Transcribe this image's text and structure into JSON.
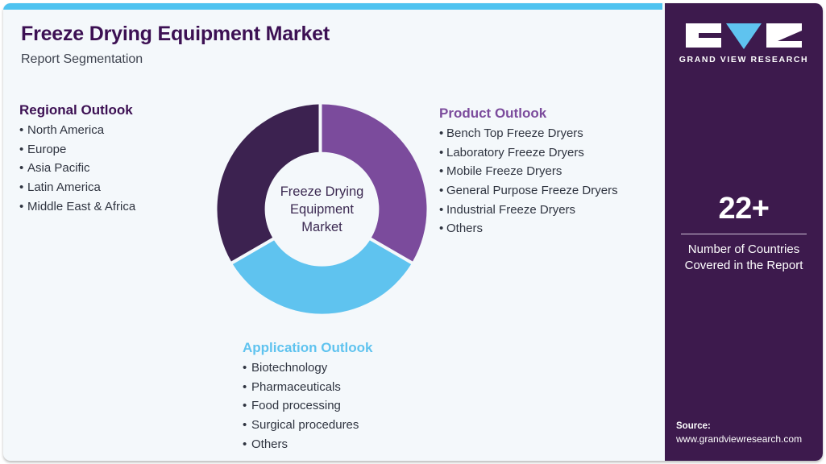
{
  "header": {
    "title": "Freeze Drying Equipment Market",
    "subtitle": "Report Segmentation"
  },
  "colors": {
    "accent_blue": "#4fc3f0",
    "panel_purple": "#3d1a4d",
    "dark_purple": "#3c1053",
    "mid_purple": "#7b4b9c",
    "light_blue": "#5fc3ef",
    "card_background": "#f4f8fb"
  },
  "regional_outlook": {
    "heading": "Regional Outlook",
    "bullet": "•",
    "items": [
      "North America",
      "Europe",
      "Asia Pacific",
      "Latin America",
      "Middle East & Africa"
    ]
  },
  "product_outlook": {
    "heading": "Product Outlook",
    "bullet": "•",
    "items": [
      "Bench Top Freeze Dryers",
      "Laboratory Freeze Dryers",
      "Mobile Freeze Dryers",
      "General Purpose Freeze Dryers",
      "Industrial Freeze Dryers",
      "Others"
    ]
  },
  "application_outlook": {
    "heading": "Application Outlook",
    "bullet": "•",
    "items": [
      "Biotechnology",
      "Pharmaceuticals",
      "Food processing",
      "Surgical procedures",
      "Others"
    ]
  },
  "donut": {
    "center_line1": "Freeze Drying",
    "center_line2": "Equipment",
    "center_line3": "Market"
  },
  "chart_data": {
    "type": "pie",
    "title": "Freeze Drying Equipment Market",
    "subtype": "donut",
    "categories": [
      "Product Outlook",
      "Application Outlook",
      "Regional Outlook"
    ],
    "values": [
      33.3,
      33.3,
      33.3
    ],
    "colors": [
      "#7b4b9c",
      "#5fc3ef",
      "#3c2250"
    ],
    "legend": "none",
    "annotations": [
      "Freeze Drying Equipment Market"
    ]
  },
  "side_panel": {
    "logo": {
      "mark_letters": "GVR",
      "wordmark": "GRAND VIEW RESEARCH"
    },
    "stat": {
      "value": "22+",
      "label_line1": "Number of Countries",
      "label_line2": "Covered in the Report"
    },
    "source": {
      "title": "Source:",
      "url": "www.grandviewresearch.com"
    }
  }
}
